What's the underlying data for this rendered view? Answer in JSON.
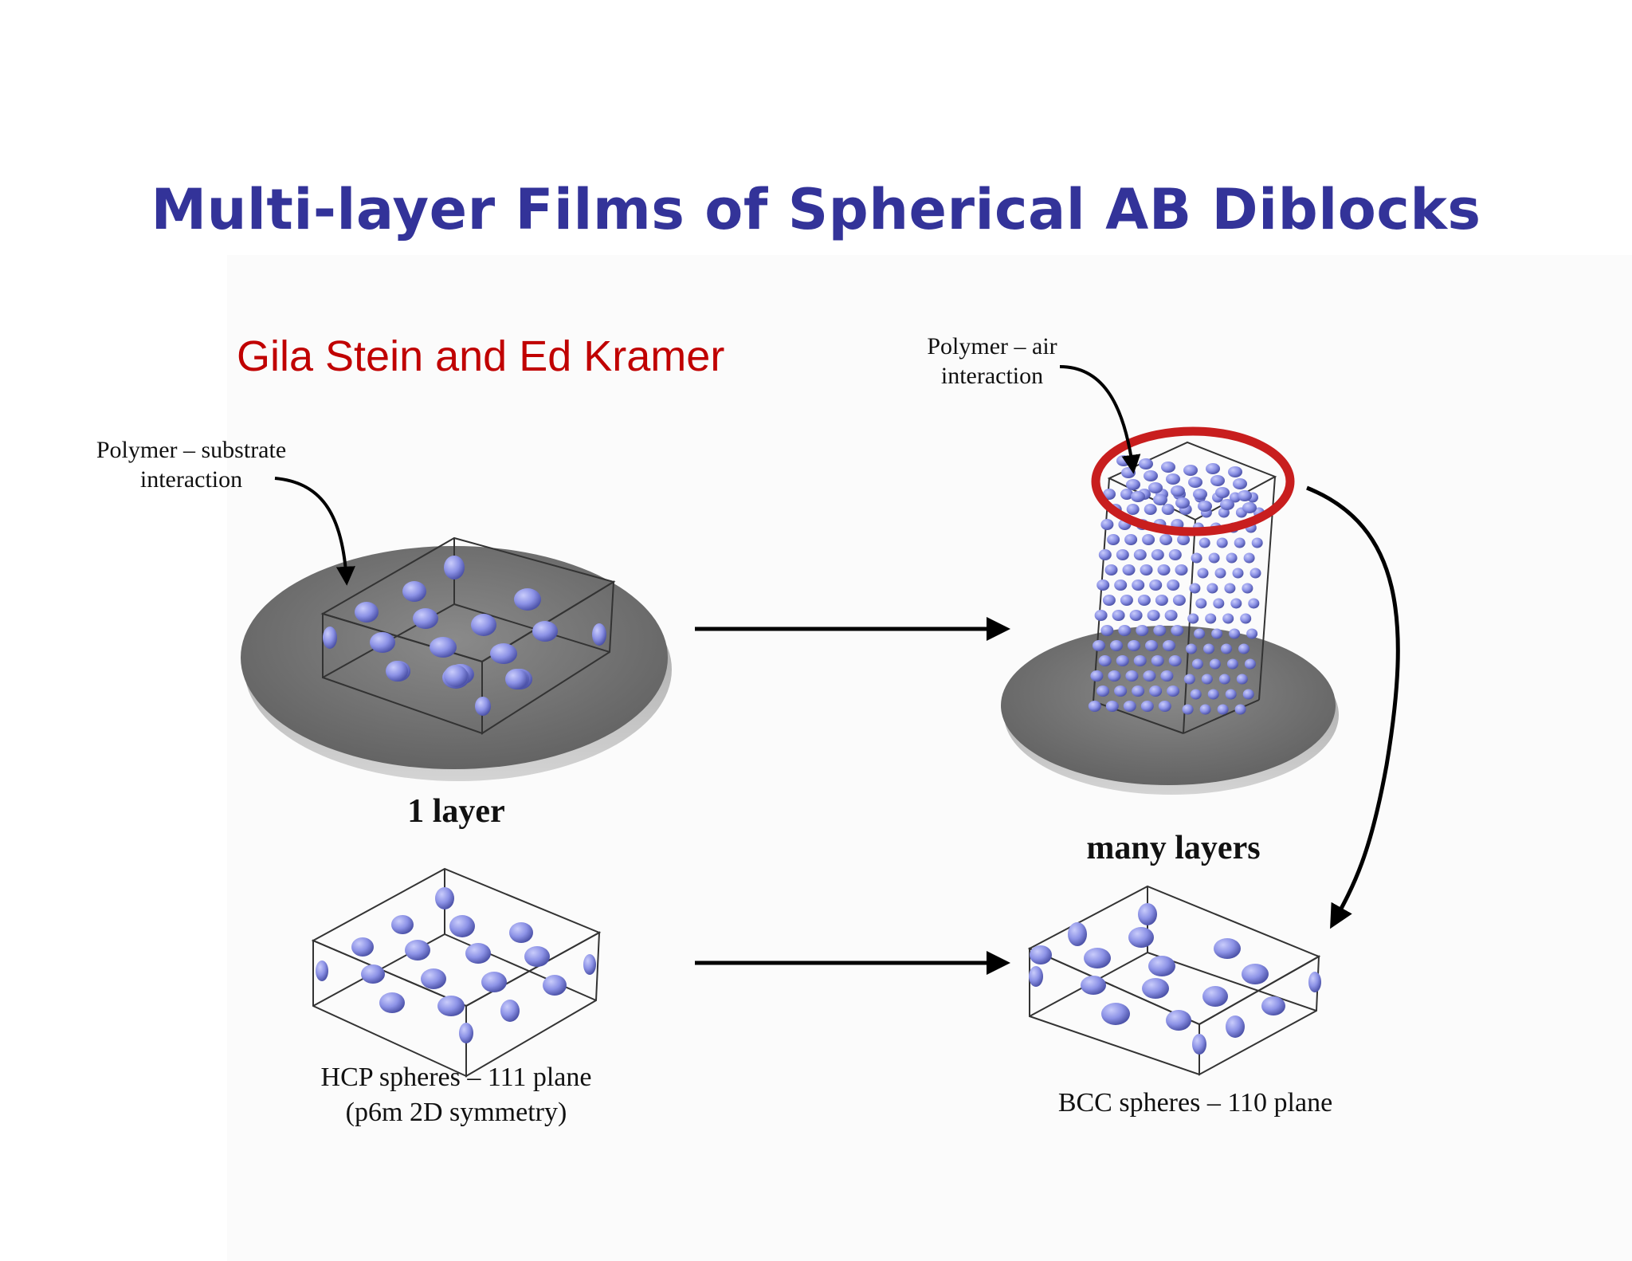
{
  "title": "Multi-layer Films of Spherical AB Diblocks",
  "authors": "Gila Stein and Ed Kramer",
  "annotations": {
    "substrate_line1": "Polymer – substrate",
    "substrate_line2": "interaction",
    "air_line1": "Polymer – air",
    "air_line2": "interaction"
  },
  "labels": {
    "one_layer": "1 layer",
    "many_layers": "many layers",
    "hcp_line1": "HCP spheres – 111 plane",
    "hcp_line2": "(p6m 2D symmetry)",
    "bcc_line1": "BCC spheres – 110 plane"
  },
  "colors": {
    "title": "#333399",
    "authors": "#c00000",
    "sphere": "#8c92e6",
    "substrate": "#737373",
    "highlight": "#c81e1e",
    "arrow": "#000000"
  }
}
